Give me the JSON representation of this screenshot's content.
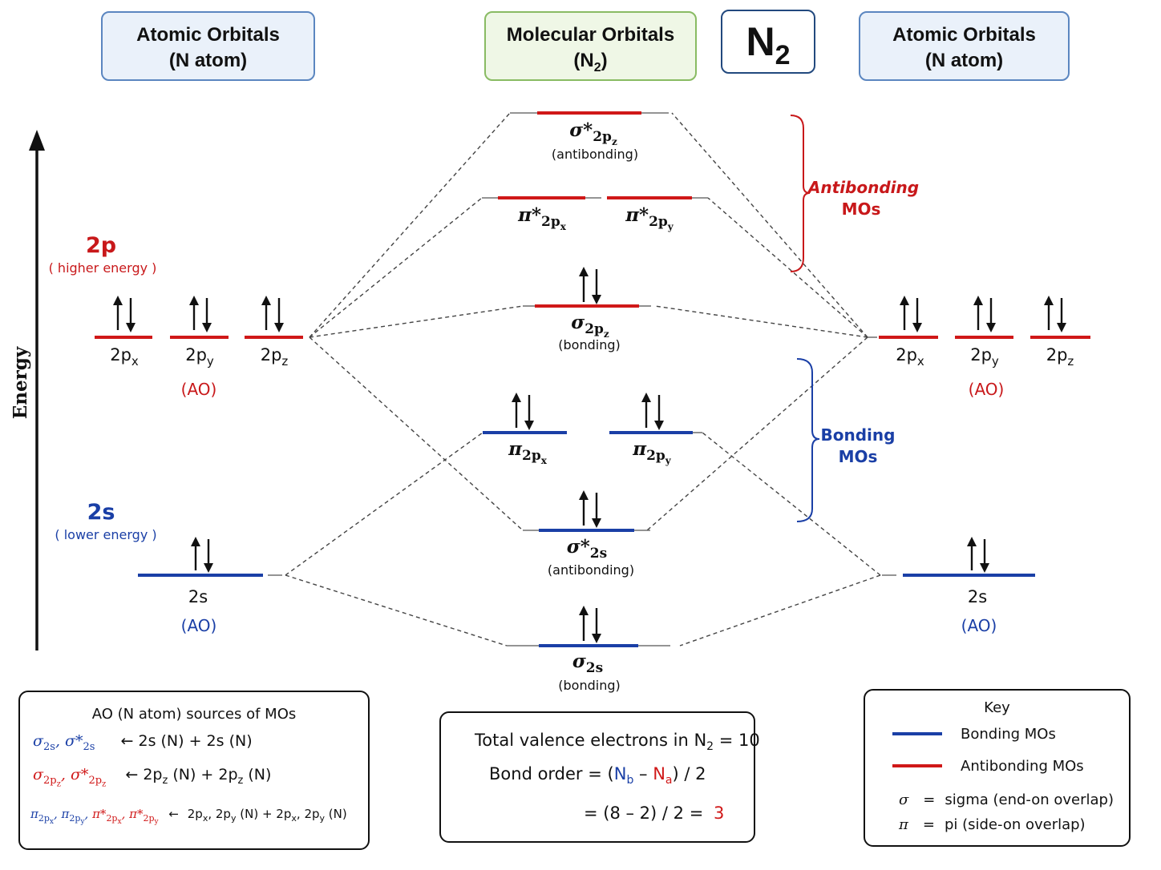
{
  "header": {
    "left_title": "Atomic Orbitals",
    "left_subtitle": "(N atom)",
    "center_title": "Molecular Orbitals",
    "center_subtitle_main": "(N",
    "center_subtitle_sub": "2",
    "center_subtitle_end": ")",
    "molecule_main": "N",
    "molecule_sub": "2",
    "right_title": "Atomic Orbitals",
    "right_subtitle": "(N atom)"
  },
  "colors": {
    "bonding": "#1a3fa6",
    "antibonding": "#d01818",
    "connector": "#444444",
    "text": "#111111"
  },
  "axis": {
    "label": "Energy"
  },
  "ao_left": {
    "p_title": "2p",
    "p_note": "( higher energy )",
    "s_title": "2s",
    "s_note": "( lower energy )",
    "p_labels": [
      {
        "main": "2p",
        "sub": "x"
      },
      {
        "main": "2p",
        "sub": "y"
      },
      {
        "main": "2p",
        "sub": "z"
      }
    ],
    "p_tag": "(AO)",
    "s_label": "2s",
    "s_tag": "(AO)"
  },
  "ao_right": {
    "p_labels": [
      {
        "main": "2p",
        "sub": "x"
      },
      {
        "main": "2p",
        "sub": "y"
      },
      {
        "main": "2p",
        "sub": "z"
      }
    ],
    "p_tag": "(AO)",
    "s_label": "2s",
    "s_tag": "(AO)"
  },
  "mo": {
    "sigma_star_2pz": {
      "sym": "σ*",
      "sub": "2p",
      "subsub": "z",
      "note": "(antibonding)"
    },
    "pi_star_2px": {
      "sym": "π*",
      "sub": "2p",
      "subsub": "x"
    },
    "pi_star_2py": {
      "sym": "π*",
      "sub": "2p",
      "subsub": "y"
    },
    "sigma_2pz": {
      "sym": "σ",
      "sub": "2p",
      "subsub": "z",
      "note": "(bonding)"
    },
    "pi_2px": {
      "sym": "π",
      "sub": "2p",
      "subsub": "x"
    },
    "pi_2py": {
      "sym": "π",
      "sub": "2p",
      "subsub": "y"
    },
    "sigma_star_2s": {
      "sym": "σ*",
      "sub": "2s",
      "note": "(antibonding)"
    },
    "sigma_2s": {
      "sym": "σ",
      "sub": "2s",
      "note": "(bonding)"
    }
  },
  "brackets": {
    "antibonding_line1": "Antibonding",
    "antibonding_line2": "MOs",
    "bonding_line1": "Bonding",
    "bonding_line2": "MOs"
  },
  "sources_box": {
    "title": "AO (N atom) sources of MOs",
    "row1_lhs_a": "σ",
    "row1_lhs_a_sub": "2s",
    "row1_lhs_sep": ", ",
    "row1_lhs_b": "σ*",
    "row1_lhs_b_sub": "2s",
    "row1_rhs": "←  2s (N)  +  2s (N)",
    "row2_lhs_a": "σ",
    "row2_lhs_a_sub": "2p",
    "row2_lhs_a_subsub": "z",
    "row2_lhs_b": "σ*",
    "row2_lhs_b_sub": "2p",
    "row2_lhs_b_subsub": "z",
    "row2_rhs_a": "←  2p",
    "row2_rhs_a_sub": "z",
    "row2_rhs_b": " (N)  +  2p",
    "row2_rhs_b_sub": "z",
    "row2_rhs_c": " (N)",
    "row3_terms": [
      {
        "sym": "π",
        "sub": "2p",
        "subsub": "x",
        "tone": "bonding"
      },
      {
        "sym": "π",
        "sub": "2p",
        "subsub": "y",
        "tone": "bonding"
      },
      {
        "sym": "π*",
        "sub": "2p",
        "subsub": "x",
        "tone": "antibonding"
      },
      {
        "sym": "π*",
        "sub": "2p",
        "subsub": "y",
        "tone": "antibonding"
      }
    ],
    "row3_rhs_arrow": "←",
    "row3_rhs_terms": [
      {
        "main": "2p",
        "sub": "x",
        "after": ", "
      },
      {
        "main": "2p",
        "sub": "y",
        "after": " (N) + "
      },
      {
        "main": "2p",
        "sub": "x",
        "after": ", "
      },
      {
        "main": "2p",
        "sub": "y",
        "after": " (N)"
      }
    ]
  },
  "summary_box": {
    "line1_main": "Total valence electrons in N",
    "line1_sub": "2",
    "line1_end": " = 10",
    "line2_lead": "Bond order  =  (",
    "line2_nb": "N",
    "line2_nb_sub": "b",
    "line2_minus": " – ",
    "line2_na": "N",
    "line2_na_sub": "a",
    "line2_end": ") / 2",
    "line3_lead": "=  (8 – 2) / 2  =",
    "line3_result": "3"
  },
  "key_box": {
    "title": "Key",
    "bonding_label": "Bonding MOs",
    "antibonding_label": "Antibonding MOs",
    "sigma_sym": "σ",
    "sigma_eq": "=",
    "sigma_desc": "sigma (end-on overlap)",
    "pi_sym": "π",
    "pi_eq": "=",
    "pi_desc": "pi (side-on overlap)"
  }
}
